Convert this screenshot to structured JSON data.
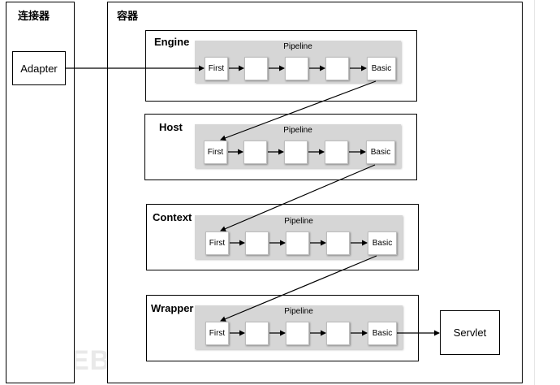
{
  "connector": {
    "title": "连接器",
    "adapter_label": "Adapter"
  },
  "container": {
    "title": "容器"
  },
  "pipeline_title": "Pipeline",
  "valves": {
    "first": "First",
    "basic": "Basic"
  },
  "components": [
    {
      "name": "Engine"
    },
    {
      "name": "Host"
    },
    {
      "name": "Context"
    },
    {
      "name": "Wrapper"
    }
  ],
  "servlet_label": "Servlet",
  "watermark": "FREEBUF"
}
